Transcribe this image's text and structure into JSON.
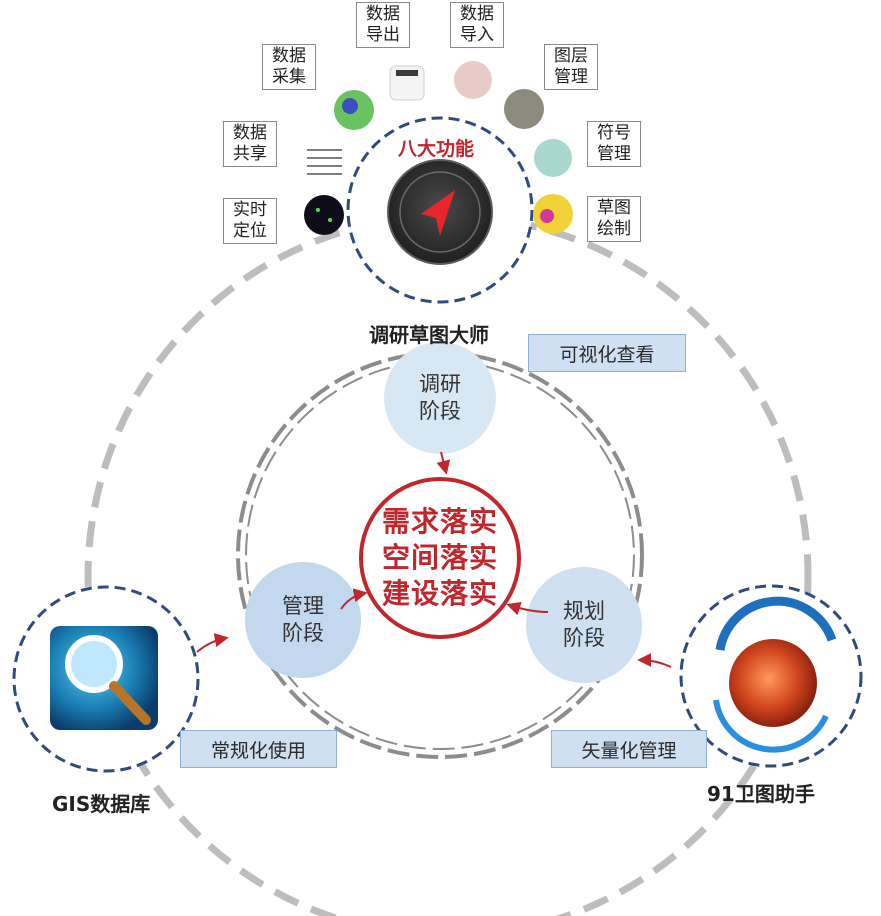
{
  "hub_title": "调研草图大师",
  "hub_badge": "八大功能",
  "functions": [
    {
      "line1": "数据",
      "line2": "导出",
      "icon": "white-card-icon"
    },
    {
      "line1": "数据",
      "line2": "导入",
      "icon": "pink-speckle-icon"
    },
    {
      "line1": "数据",
      "line2": "采集",
      "icon": "green-map-icon"
    },
    {
      "line1": "图层",
      "line2": "管理",
      "icon": "gray-texture-icon"
    },
    {
      "line1": "数据",
      "line2": "共享",
      "icon": "document-lines-icon"
    },
    {
      "line1": "符号",
      "line2": "管理",
      "icon": "teal-speckle-icon"
    },
    {
      "line1": "实时",
      "line2": "定位",
      "icon": "dark-star-map-icon"
    },
    {
      "line1": "草图",
      "line2": "绘制",
      "icon": "yellow-map-icon"
    }
  ],
  "stages": {
    "survey": {
      "line1": "调研",
      "line2": "阶段"
    },
    "management": {
      "line1": "管理",
      "line2": "阶段"
    },
    "planning": {
      "line1": "规划",
      "line2": "阶段"
    }
  },
  "center": [
    "需求落实",
    "空间落实",
    "建设落实"
  ],
  "labels": {
    "visual": "可视化查看",
    "routine": "常规化使用",
    "vector": "矢量化管理"
  },
  "nodes": {
    "gis": "GIS数据库",
    "satellite": "91卫图助手"
  },
  "colors": {
    "accent_red": "#c0272d",
    "navy_dash": "#2f4a7e",
    "gray_dash": "#b8b8b8",
    "stage_fill": "#c6dcef",
    "label_fill": "#cfe0f3"
  }
}
